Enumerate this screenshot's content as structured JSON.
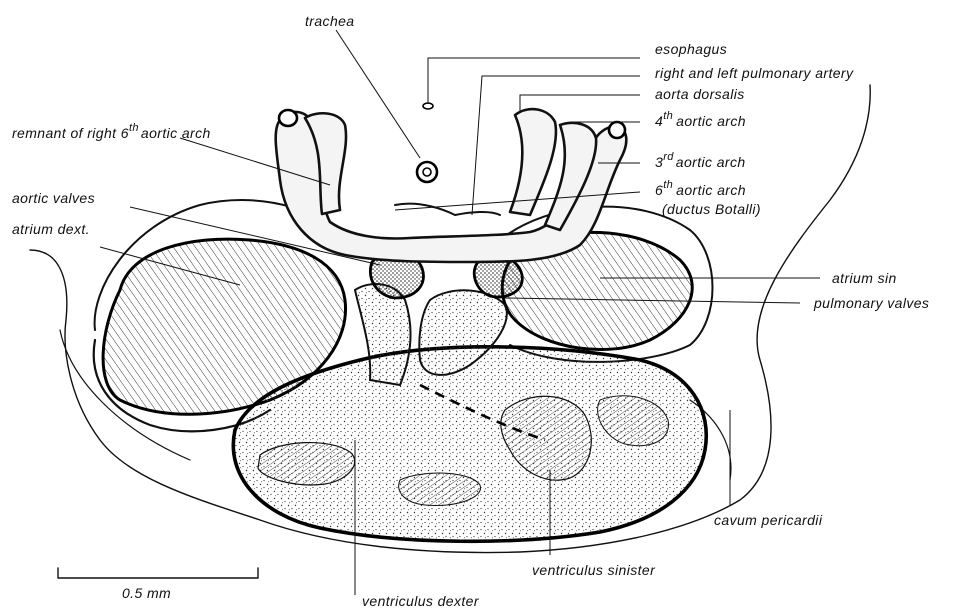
{
  "colors": {
    "ink": "#111111",
    "background": "#ffffff",
    "stipple": "#555555"
  },
  "labels": {
    "trachea": "trachea",
    "esophagus": "esophagus",
    "pulmonary_artery": "right and left pulmonary artery",
    "aorta_dorsalis": "aorta dorsalis",
    "arch4_num": "4",
    "arch4_sup": "th",
    "arch4_text": "aortic arch",
    "arch3_num": "3",
    "arch3_sup": "rd",
    "arch3_text": "aortic arch",
    "arch6_num": "6",
    "arch6_sup": "th",
    "arch6_text": "aortic arch",
    "ductus": "(ductus Botalli)",
    "remnant_text": "remnant of right 6",
    "remnant_sup": "th",
    "remnant_tail": "aortic arch",
    "aortic_valves": "aortic valves",
    "atrium_dext": "atrium dext.",
    "atrium_sin": "atrium sin",
    "pulmonary_valves": "pulmonary valves",
    "cavum_pericardii": "cavum pericardii",
    "ventriculus_sinister": "ventriculus sinister",
    "ventriculus_dexter": "ventriculus dexter"
  },
  "scale_bar": {
    "label": "0.5 mm"
  }
}
